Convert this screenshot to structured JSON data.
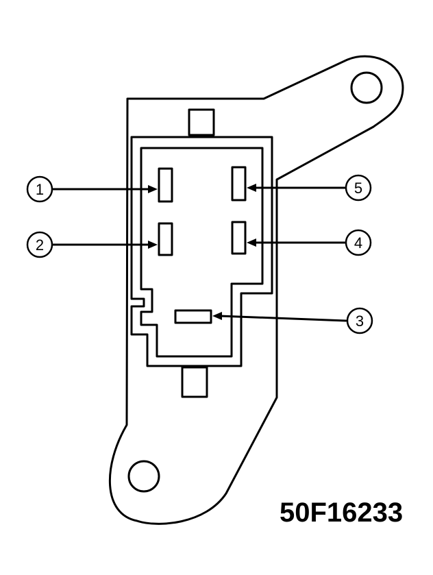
{
  "diagram": {
    "callouts": [
      {
        "label": "1"
      },
      {
        "label": "2"
      },
      {
        "label": "3"
      },
      {
        "label": "4"
      },
      {
        "label": "5"
      }
    ],
    "reference_code": "50F16233"
  },
  "colors": {
    "ink": "#000000",
    "background": "#ffffff"
  }
}
